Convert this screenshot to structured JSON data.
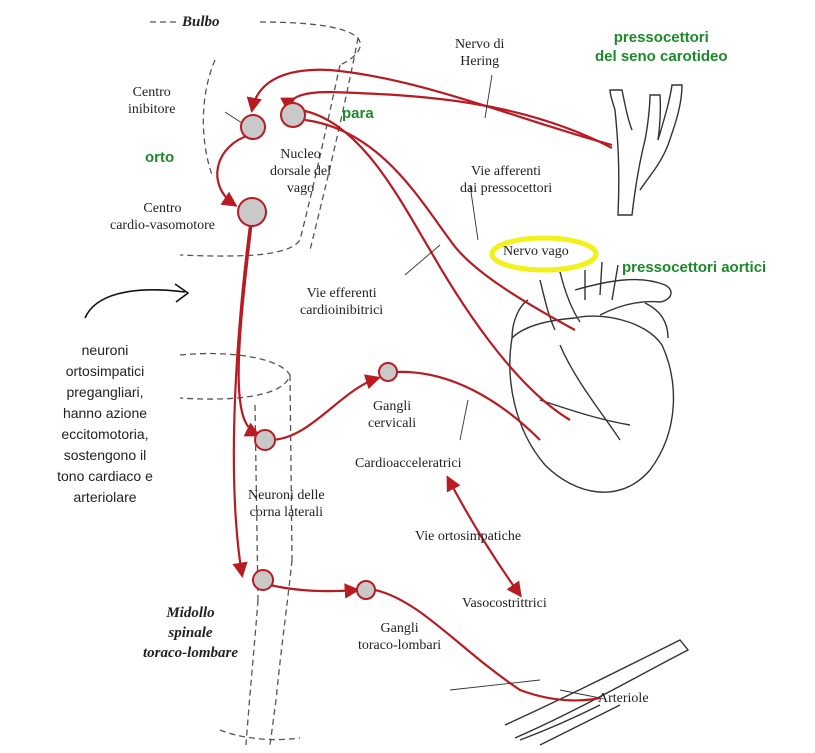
{
  "labels": {
    "bulbo": "Bulbo",
    "nervo_hering": [
      "Nervo di",
      "Hering"
    ],
    "centro_inibitore": [
      "Centro",
      "inibitore"
    ],
    "nucleo": [
      "Nucleo",
      "dorsale del",
      "vago"
    ],
    "centro_cardio": [
      "Centro",
      "cardio-vasomotore"
    ],
    "vie_afferenti": [
      "Vie afferenti",
      "dai pressocettori"
    ],
    "nervo_vago": "Nervo vago",
    "vie_efferenti": [
      "Vie efferenti",
      "cardioinibitrici"
    ],
    "gangli_cervicali": [
      "Gangli",
      "cervicali"
    ],
    "cardioacceleratrici": "Cardioacceleratrici",
    "neuroni_corna": [
      "Neuroni delle",
      "corna laterali"
    ],
    "vie_ortosimpatiche": "Vie ortosimpatiche",
    "vasocostrittrici": "Vasocostrittrici",
    "midollo": [
      "Midollo",
      "spinale",
      "toraco-lombare"
    ],
    "gangli_toraco": [
      "Gangli",
      "toraco-lombari"
    ],
    "arteriole": "Arteriole"
  },
  "annotations": {
    "pressocettori_carotideo": [
      "pressocettori",
      "del seno carotideo"
    ],
    "para": "para",
    "orto": "orto",
    "pressocettori_aortici": "pressocettori aortici",
    "neuroni_note": [
      "neuroni",
      "ortosimpatici",
      "pregangliari,",
      "hanno azione",
      "eccitomotoria,",
      "sostengono il",
      "tono cardiaco e",
      "arteriolare"
    ]
  },
  "colors": {
    "pathway": "#b81b22",
    "annotation_green": "#1c8a2a",
    "highlight": "#f2f21a",
    "nucleus_fill": "#c9c9c9"
  }
}
